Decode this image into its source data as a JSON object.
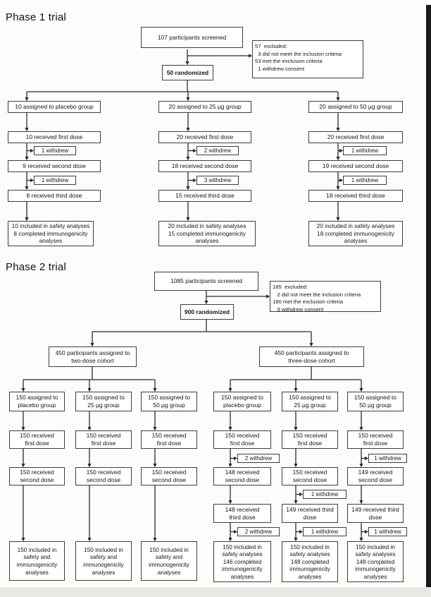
{
  "page": {
    "edge_bar_color": "#1a1a1a",
    "bottom_strip_color": "#e9e8e4",
    "line_color": "#2b2b2b",
    "box_border_color": "#3e3e3e"
  },
  "phase1": {
    "title": "Phase 1 trial",
    "screened": "107 participants screened",
    "excluded": [
      "57  excluded:",
      "  3 did not meet the inclusion criteria",
      "53 met the exclusion criteria",
      "  1 withdrew consent"
    ],
    "randomized": "50 randomized",
    "cols": [
      {
        "assigned": "10 assigned to placebo group",
        "first": "10 received first dose",
        "withdrew1": "1 withdrew",
        "second": "9 received second dose",
        "withdrew2": "1 withdrew",
        "third": "8 received third dose",
        "final": [
          "10 included in safety analyses",
          "8 completed immunogenicity",
          "analyses"
        ]
      },
      {
        "assigned": "20 assigned to 25 µg group",
        "first": "20 received first dose",
        "withdrew1": "2 withdrew",
        "second": "18 received second dose",
        "withdrew2": "3 withdrew",
        "third": "15 received third dose",
        "final": [
          "20 included in safety analyses",
          "15 completed immunogenicity",
          "analyses"
        ]
      },
      {
        "assigned": "20 assigned to 50 µg group",
        "first": "20 received first dose",
        "withdrew1": "1 withdrew",
        "second": "19 received second dose",
        "withdrew2": "1 withdrew",
        "third": "18 received third dose",
        "final": [
          "20 included in safety analyses",
          "18 completed immunogenicity",
          "analyses"
        ]
      }
    ]
  },
  "phase2": {
    "title": "Phase 2 trial",
    "screened": "1085 participants screened",
    "excluded": [
      "185  excluded:",
      "   2 did not meet the inclusion criteria",
      "180 met the exclusion criteria",
      "   3 withdrew consent"
    ],
    "randomized": "900 randomized",
    "cohorts": [
      {
        "label": [
          "450 participants assigned to",
          "two-dose cohort"
        ]
      },
      {
        "label": [
          "450 participants assigned to",
          "three-dose cohort"
        ]
      }
    ],
    "two_dose": {
      "cols": [
        {
          "assigned": [
            "150 assigned to",
            "placebo group"
          ],
          "first": [
            "150 received",
            "first dose"
          ],
          "second": [
            "150 received",
            "second dose"
          ],
          "final": [
            "150 included in",
            "safety and",
            "immunogenicity",
            "analyses"
          ]
        },
        {
          "assigned": [
            "150 assigned to",
            "25 µg group"
          ],
          "first": [
            "150 received",
            "first dose"
          ],
          "second": [
            "150 received",
            "second dose"
          ],
          "final": [
            "150 included in",
            "safety and",
            "immunogenicity",
            "analyses"
          ]
        },
        {
          "assigned": [
            "150 assigned to",
            "50 µg group"
          ],
          "first": [
            "150 received",
            "first dose"
          ],
          "second": [
            "150 received",
            "second dose"
          ],
          "final": [
            "150 included in",
            "safety and",
            "immunogenicity",
            "analyses"
          ]
        }
      ]
    },
    "three_dose": {
      "cols": [
        {
          "assigned": [
            "150 assigned to",
            "placebo group"
          ],
          "first": [
            "150 received",
            "first dose"
          ],
          "withdrew_after_first": "2 withdrew",
          "second": [
            "148 received",
            "second dose"
          ],
          "third": [
            "148 received",
            "third dose"
          ],
          "withdrew_after_third": "2 withdrew",
          "final": [
            "150 included in",
            "safety analyses",
            "146 completed",
            "immunogenicity",
            "analyses"
          ]
        },
        {
          "assigned": [
            "150 assigned to",
            "25 µg group"
          ],
          "first": [
            "150 received",
            "first dose"
          ],
          "second": [
            "150 received",
            "second dose"
          ],
          "withdrew_after_second": "1 withdrew",
          "third": [
            "149 received third",
            "dose"
          ],
          "withdrew_after_third": "1 withdrew",
          "final": [
            "150 included in",
            "safety analyses",
            "148 completed",
            "immunogenicity",
            "analyses"
          ]
        },
        {
          "assigned": [
            "150 assigned to",
            "50 µg group"
          ],
          "first": [
            "150 received",
            "first dose"
          ],
          "withdrew_after_first": "1 withdrew",
          "second": [
            "149 received",
            "second dose"
          ],
          "third": [
            "149 received third",
            "dose"
          ],
          "withdrew_after_third": "1 withdrew",
          "final": [
            "150 included in",
            "safety analyses",
            "148 completed",
            "immunogenicity",
            "analyses"
          ]
        }
      ]
    }
  }
}
